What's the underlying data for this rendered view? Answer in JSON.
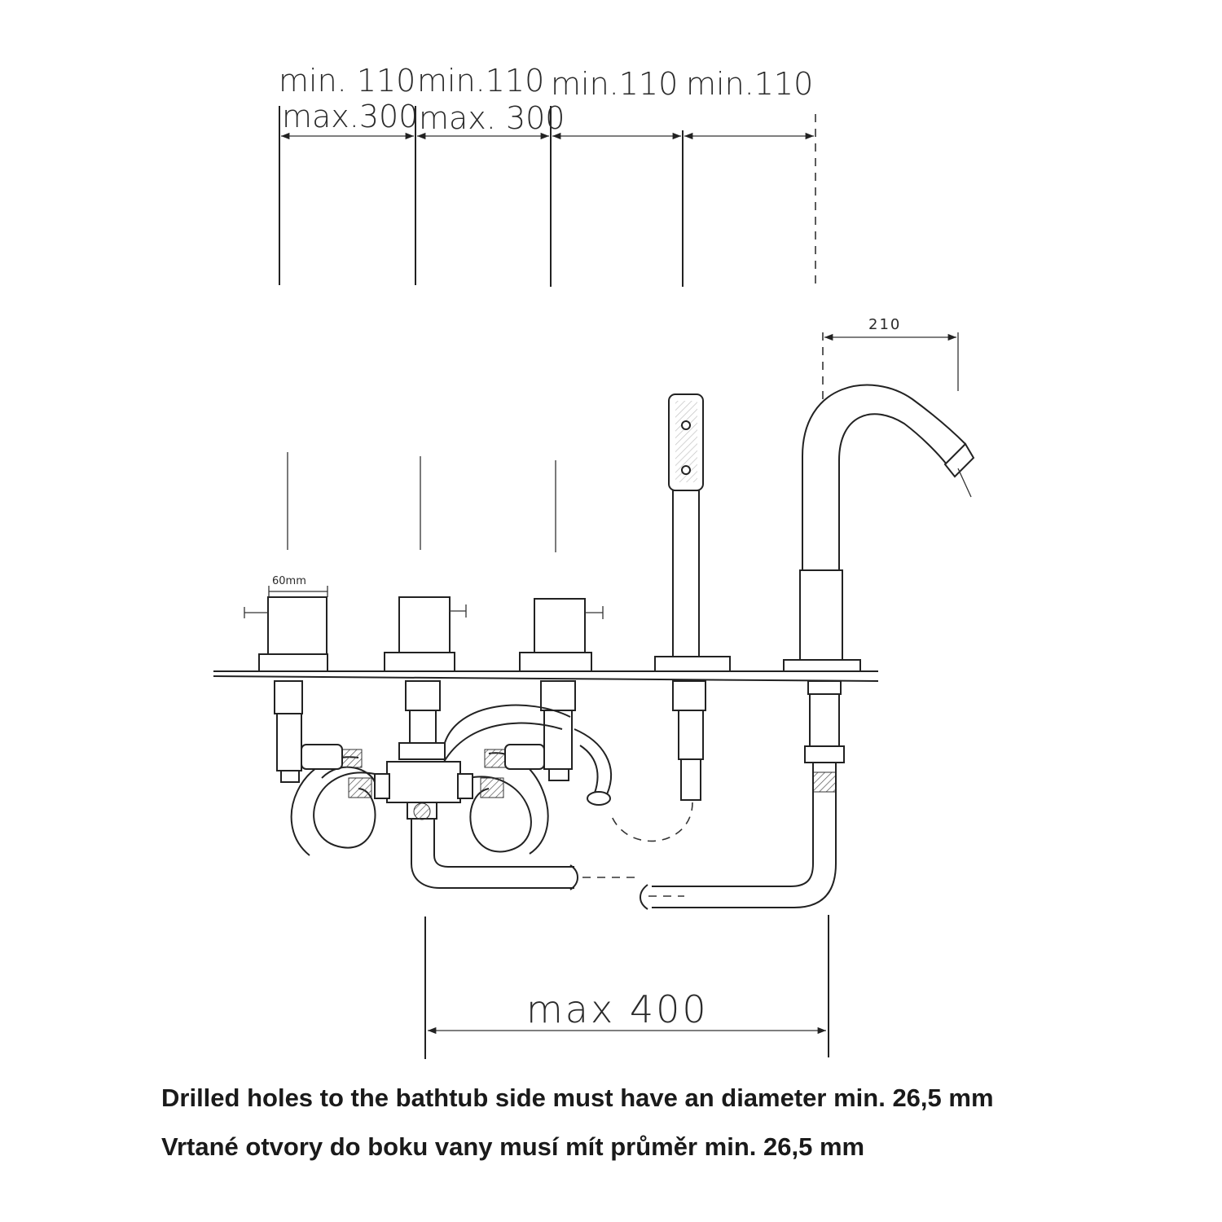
{
  "dimensions": {
    "top_row": [
      "min. 110",
      "min.110",
      "min.110",
      "min.110"
    ],
    "max_row": [
      "max.300",
      "max. 300"
    ],
    "spout_reach": "210",
    "handle_width": "60mm",
    "bottom": "max 400"
  },
  "notes": {
    "english": "Drilled holes to the bathtub side must have an diameter min. 26,5 mm",
    "czech": "Vrtané otvory do boku vany musí mít průměr min. 26,5 mm"
  }
}
